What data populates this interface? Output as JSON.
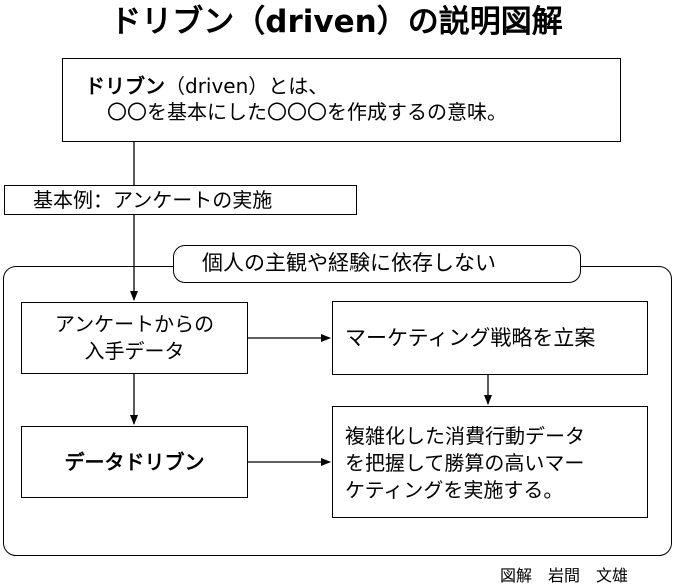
{
  "title": "ドリブン（driven）の説明図解",
  "definition": {
    "term": "ドリブン",
    "line1_rest": "（driven）とは、",
    "line2": "〇〇を基本にした〇〇〇を作成するの意味。"
  },
  "example_label": "基本例：アンケートの実施",
  "group_label": "個人の主観や経験に依存しない",
  "boxes": {
    "survey_data_l1": "アンケートからの",
    "survey_data_l2": "入手データ",
    "marketing_plan": "マーケティング戦略を立案",
    "data_driven": "データドリブン",
    "result_l1": "複雑化した消費行動データ",
    "result_l2": "を把握して勝算の高いマー",
    "result_l3": "ケティングを実施する。"
  },
  "credit": "図解　岩間　文雄"
}
